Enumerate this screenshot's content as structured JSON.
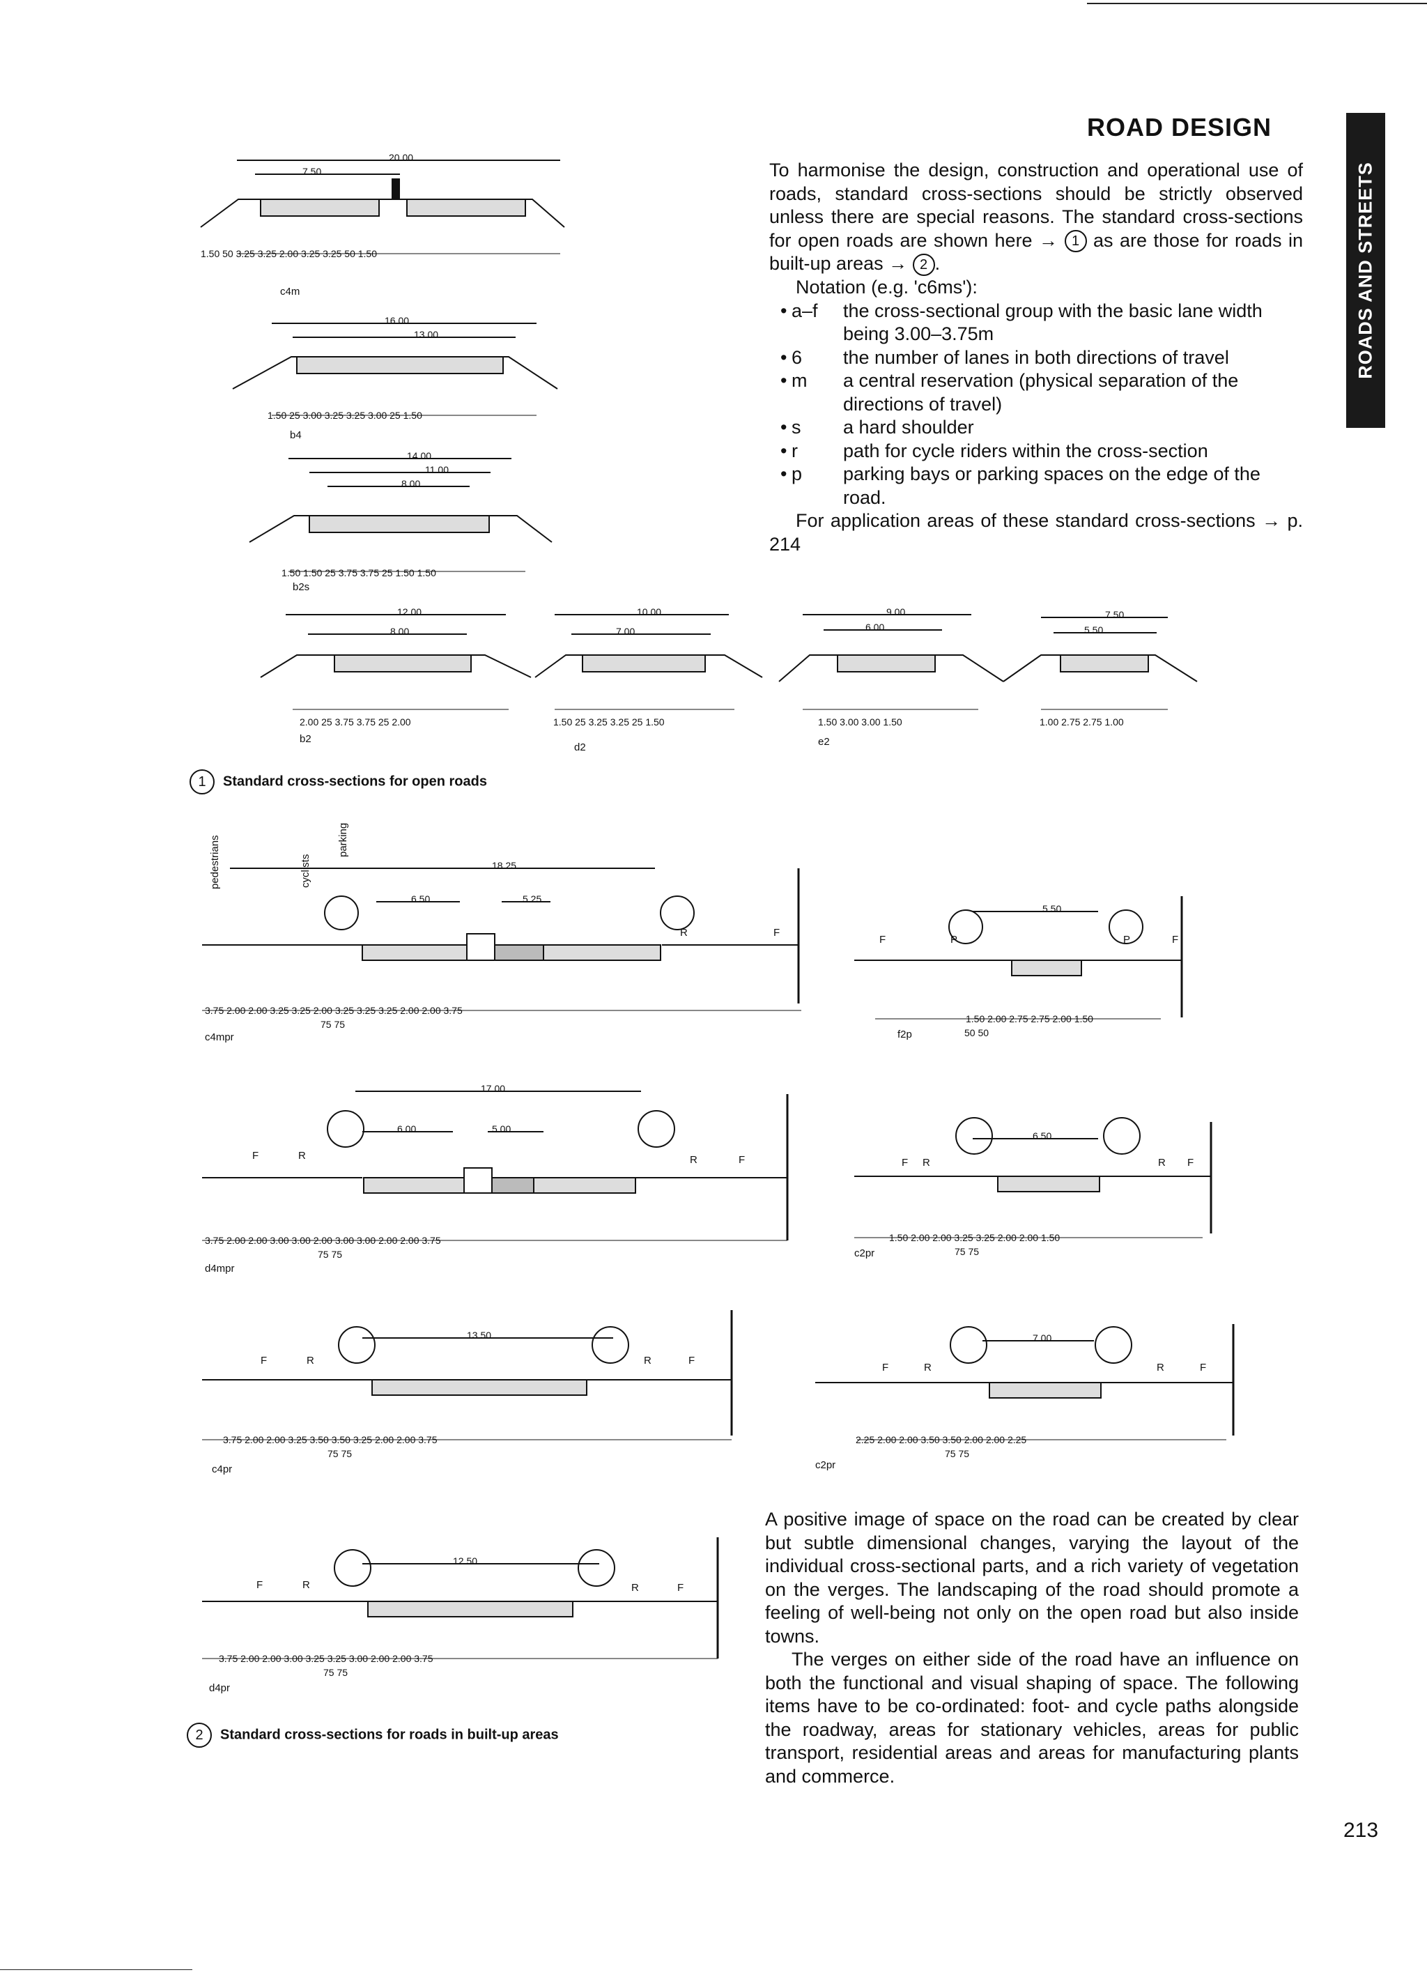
{
  "header": {
    "title": "ROAD DESIGN",
    "sidebar_label": "ROADS AND STREETS"
  },
  "intro": {
    "para1": "To harmonise the design, construction and operational use of roads, standard cross-sections should be strictly observed unless there are special reasons. The standard cross-sections for open roads are shown here → ",
    "ref1": "1",
    "para1b": " as are those for roads in built-up areas → ",
    "ref2": "2",
    "para1c": ".",
    "notation_heading": "Notation (e.g. 'c6ms'):",
    "notation": [
      {
        "key": "a–f",
        "text": "the cross-sectional group with the basic lane width being 3.00–3.75m"
      },
      {
        "key": "6",
        "text": "the number of lanes in both directions of travel"
      },
      {
        "key": "m",
        "text": "a central reservation (physical separation of the directions of travel)"
      },
      {
        "key": "s",
        "text": "a hard shoulder"
      },
      {
        "key": "r",
        "text": "path for cycle riders within the cross-section"
      },
      {
        "key": "p",
        "text": "parking bays or parking spaces on the edge of the road."
      }
    ],
    "application": "For application areas of these standard cross-sections → p. 214"
  },
  "fig1": {
    "caption_num": "1",
    "caption": "Standard cross-sections for open roads",
    "sections": [
      {
        "code": "c4m",
        "top": "20.00",
        "sub": "7.50",
        "dims": "1.50  50   3.25   3.25   2.00   3.25   3.25   50  1.50"
      },
      {
        "code": "b4",
        "top": "16.00",
        "sub": "13.00",
        "dims": "1.50  25   3.00   3.25   3.25   3.00   25  1.50"
      },
      {
        "code": "b2s",
        "top": "14.00",
        "sub": "11.00",
        "sub2": "8.00",
        "dims": "1.50  1.50  25   3.75   3.75   25  1.50  1.50"
      },
      {
        "code": "b2",
        "top": "12.00",
        "sub": "8.00",
        "dims": "2.00  25   3.75   3.75   25  2.00"
      },
      {
        "code": "d2",
        "top": "10.00",
        "sub": "7.00",
        "dims": "1.50  25   3.25   3.25   25  1.50"
      },
      {
        "code": "e2",
        "top": "9.00",
        "sub": "6.00",
        "dims": "1.50   3.00   3.00   1.50"
      },
      {
        "code": "",
        "top": "7.50",
        "sub": "5.50",
        "dims": "1.00   2.75   2.75   1.00"
      }
    ]
  },
  "fig2": {
    "caption_num": "2",
    "caption": "Standard cross-sections for roads in built-up areas",
    "labels": {
      "pedestrians": "pedestrians",
      "cyclists": "cyclists",
      "parking": "parking",
      "F": "F",
      "R": "R",
      "P": "P"
    },
    "sections": [
      {
        "code": "c4mpr",
        "top": "18.25",
        "sub1": "6.50",
        "sub2": "5.25",
        "dims": "3.75  2.00  2.00  3.25  3.25  2.00  3.25  3.25  3.25  2.00  2.00  3.75",
        "sub_dims": "75                                               75"
      },
      {
        "code": "f2p",
        "top": "5.50",
        "dims": "1.50  2.00  2.75  2.75  2.00  1.50",
        "sub_dims": "50                  50"
      },
      {
        "code": "d4mpr",
        "top": "17.00",
        "sub1": "6.00",
        "sub2": "5.00",
        "dims": "3.75  2.00  2.00  3.00  3.00  2.00  3.00  3.00  2.00  2.00  3.75",
        "sub_dims": "75                                               75"
      },
      {
        "code": "c2pr",
        "top": "6.50",
        "dims": "1.50  2.00  2.00  3.25  3.25  2.00  2.00  1.50",
        "sub_dims": "75                    75"
      },
      {
        "code": "c4pr",
        "top": "13.50",
        "dims": "3.75  2.00  2.00  3.25  3.50  3.50  3.25  2.00  2.00  3.75",
        "sub_dims": "75                                        75"
      },
      {
        "code": "c2pr",
        "top": "7.00",
        "dims": "2.25  2.00  2.00  3.50  3.50  2.00  2.00  2.25",
        "sub_dims": "75                    75"
      },
      {
        "code": "d4pr",
        "top": "12.50",
        "dims": "3.75  2.00  2.00  3.00  3.25  3.25  3.00  2.00  2.00  3.75",
        "sub_dims": "75                                        75"
      }
    ]
  },
  "body": {
    "para2": "A positive image of space on the road can be created by clear but subtle dimensional changes, varying the layout of the individual cross-sectional parts, and a rich variety of vegetation on the verges. The landscaping of the road should promote a feeling of well-being not only on the open road but also inside towns.",
    "para3": "The verges on either side of the road have an influence on both the functional and visual shaping of space. The following items have to be co-ordinated: foot- and cycle paths alongside the roadway, areas for stationary vehicles, areas for public transport, residential areas and areas for manufacturing plants and commerce."
  },
  "page_number": "213"
}
